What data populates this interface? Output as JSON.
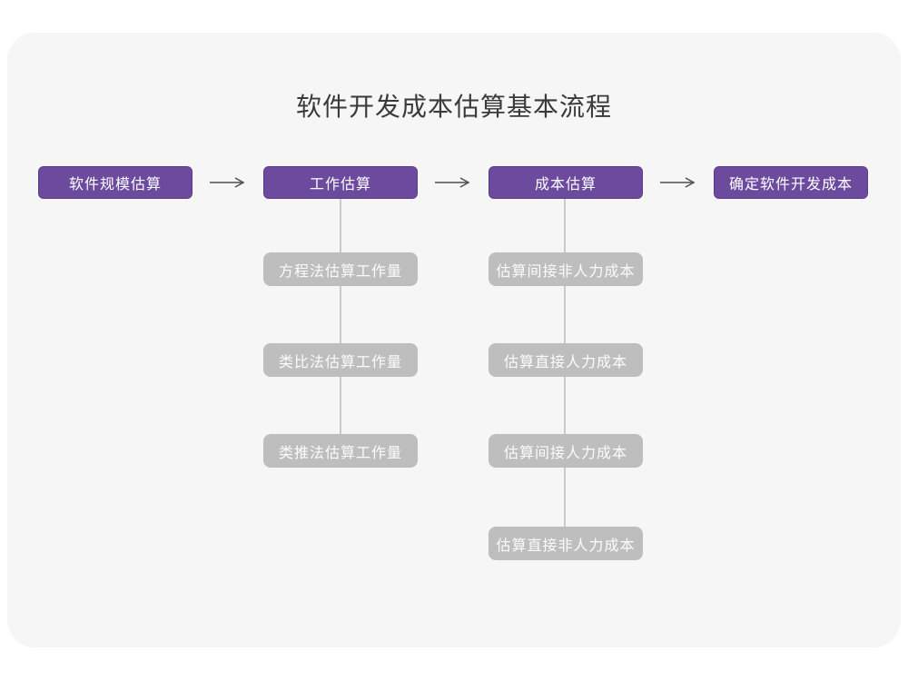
{
  "title": "软件开发成本估算基本流程",
  "colors": {
    "page_background": "#ffffff",
    "card_background": "#f6f6f7",
    "main_box_fill": "#6c4b9f",
    "main_box_border": "#5a3c8d",
    "sub_box_fill": "#bebebe",
    "connector_line": "#c9c9c9",
    "arrow": "#4d4d4d",
    "title_text": "#3a3a3a",
    "box_text": "#ffffff"
  },
  "flow": {
    "arrow_icon": "arrow-right",
    "main_steps": [
      {
        "label": "软件规模估算",
        "sub_steps": []
      },
      {
        "label": "工作估算",
        "sub_steps": [
          "方程法估算工作量",
          "类比法估算工作量",
          "类推法估算工作量"
        ]
      },
      {
        "label": "成本估算",
        "sub_steps": [
          "估算间接非人力成本",
          "估算直接人力成本",
          "估算间接人力成本",
          "估算直接非人力成本"
        ]
      },
      {
        "label": "确定软件开发成本",
        "sub_steps": []
      }
    ]
  }
}
